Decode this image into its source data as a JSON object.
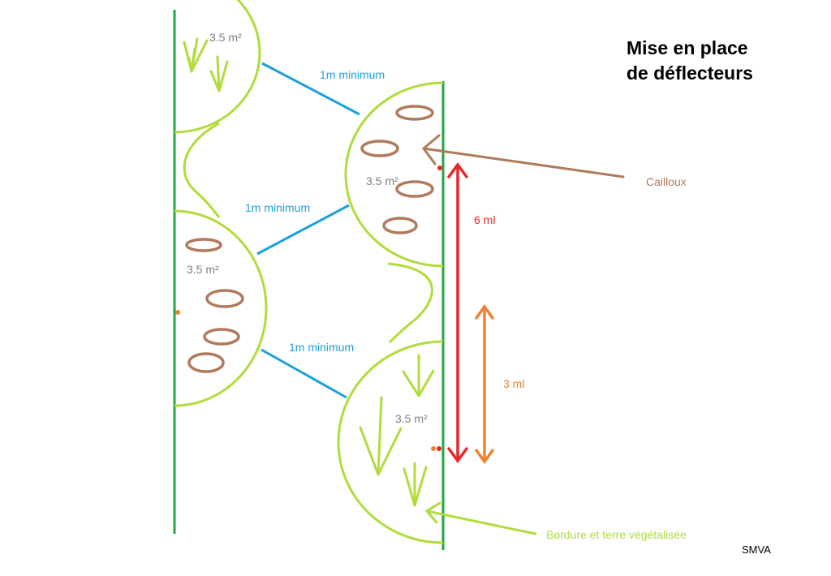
{
  "title": {
    "line1": "Mise en place",
    "line2": "de déflecteurs"
  },
  "labels": {
    "area_top_left": "3.5 m²",
    "area_mid_left": "3.5 m²",
    "area_top_right": "3.5 m²",
    "area_bottom_right": "3.5 m²",
    "spacing_1": "1m minimum",
    "spacing_2": "1m minimum",
    "spacing_3": "1m minimum",
    "stones": "Cailloux",
    "length_long": "6 ml",
    "length_short": "3 ml",
    "border": "Bordure et terre végétalisée",
    "credit": "SMVA"
  },
  "colors": {
    "bank": "#22a844",
    "deflector": "#b0dc3c",
    "stone": "#b07a5c",
    "spacing": "#1ca0dc",
    "long_arrow": "#e8272a",
    "short_arrow": "#f0822f",
    "area_text": "#808080"
  }
}
